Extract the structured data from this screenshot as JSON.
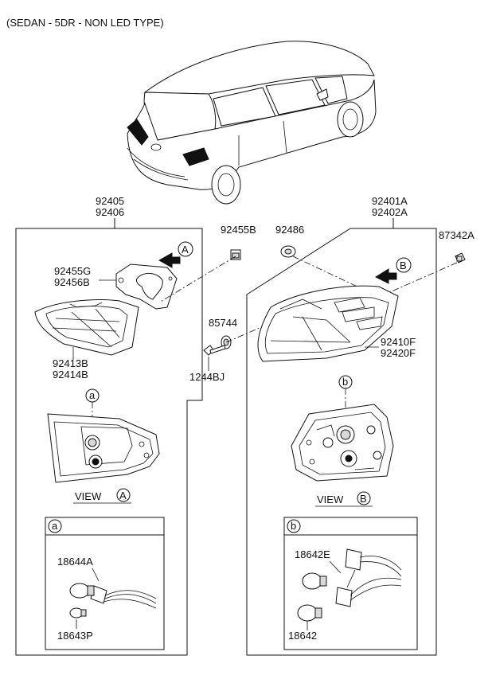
{
  "title": "(SEDAN - 5DR - NON LED TYPE)",
  "left_group": {
    "assembly_codes": [
      "92405",
      "92406"
    ],
    "view_arrow_letter": "A",
    "parts": {
      "gasket": [
        "92455G",
        "92456B"
      ],
      "inner_lamp": [
        "92413B",
        "92414B"
      ],
      "nut": "92455B"
    },
    "view_caption": "VIEW",
    "view_letter": "A",
    "callout_letter": "a",
    "detail": {
      "letter": "a",
      "socket": "18644A",
      "bulb": "18643P"
    }
  },
  "right_group": {
    "assembly_codes": [
      "92401A",
      "92402A"
    ],
    "view_arrow_letter": "B",
    "parts": {
      "grommet": "92486",
      "clip": "87342A",
      "screw": "1244BJ",
      "washer": "85744",
      "outer_lamp": [
        "92410F",
        "92420F"
      ]
    },
    "view_caption": "VIEW",
    "view_letter": "B",
    "callout_letter": "b",
    "detail": {
      "letter": "b",
      "socket": "18642E",
      "bulb": "18642"
    }
  }
}
